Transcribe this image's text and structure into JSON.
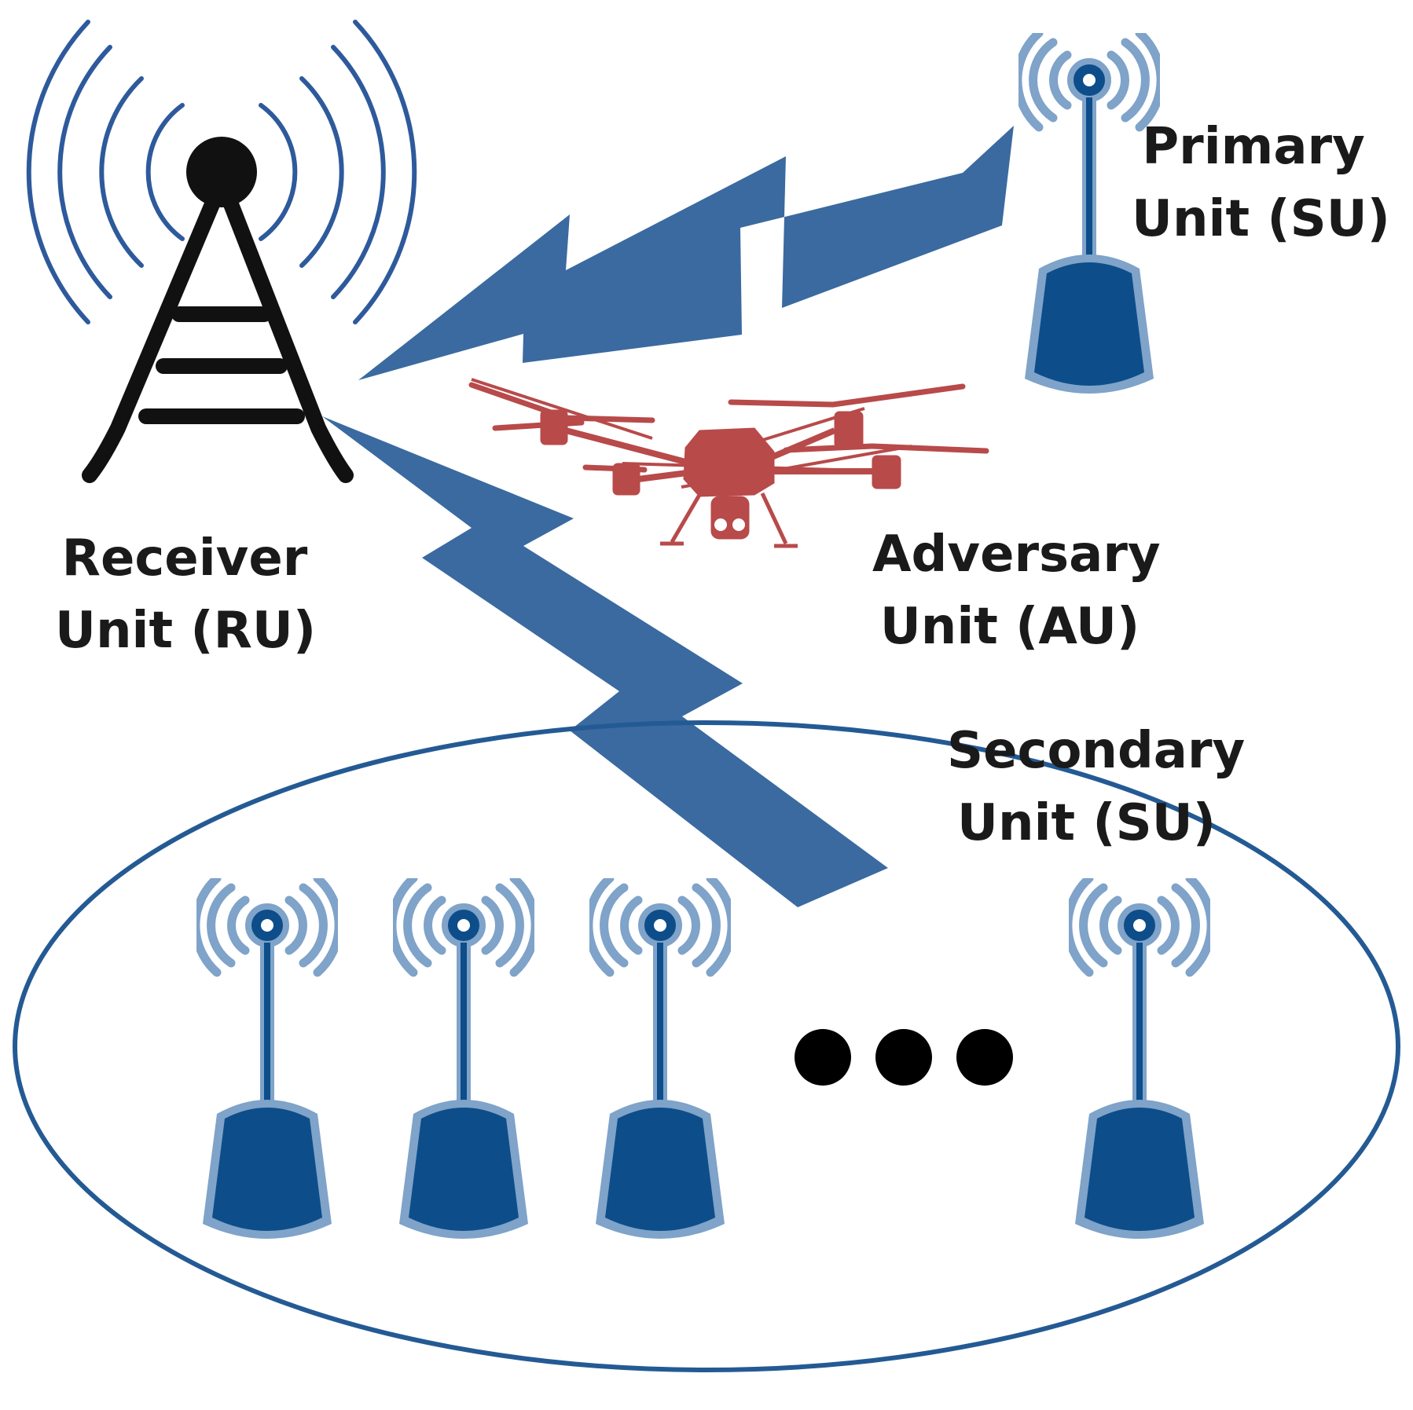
{
  "labels": {
    "receiver": {
      "line1": "Receiver",
      "line2": "Unit (RU)"
    },
    "primary": {
      "line1": "Primary",
      "line2": "Unit (SU)"
    },
    "adversary": {
      "line1": "Adversary",
      "line2": "Unit (AU)"
    },
    "secondary": {
      "line1": "Secondary",
      "line2": "Unit (SU)"
    }
  },
  "colors": {
    "signal_blue": "#2e5a9c",
    "lightning_blue": "#3a6aa0",
    "unit_dark_blue": "#0d4d8a",
    "unit_light_blue": "#7fa3c9",
    "ellipse_blue": "#245a94",
    "drone_red": "#b84a4a",
    "tower_black": "#111111"
  },
  "icons": {
    "receiver": "antenna-tower-icon",
    "primary": "wireless-unit-icon",
    "adversary": "drone-icon",
    "secondary": "wireless-unit-icon",
    "ellipsis": "ellipsis-dots-icon"
  }
}
